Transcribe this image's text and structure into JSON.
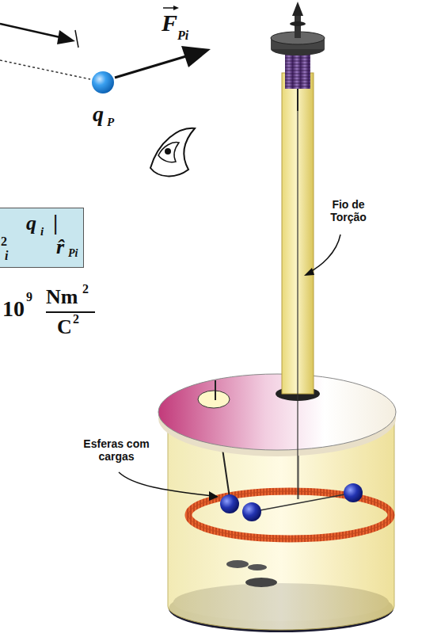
{
  "diagram": {
    "nodes": [
      {
        "text": [
          "2",
          "i",
          "q",
          "i",
          "|",
          "r̂",
          "Pi"
        ]
      }
    ],
    "labels": [
      "F",
      "Pi",
      "q",
      "P",
      "10",
      "9",
      "Nm",
      "2",
      "C",
      "2",
      "Fio de Torção",
      "Esferas com cargas"
    ]
  }
}
